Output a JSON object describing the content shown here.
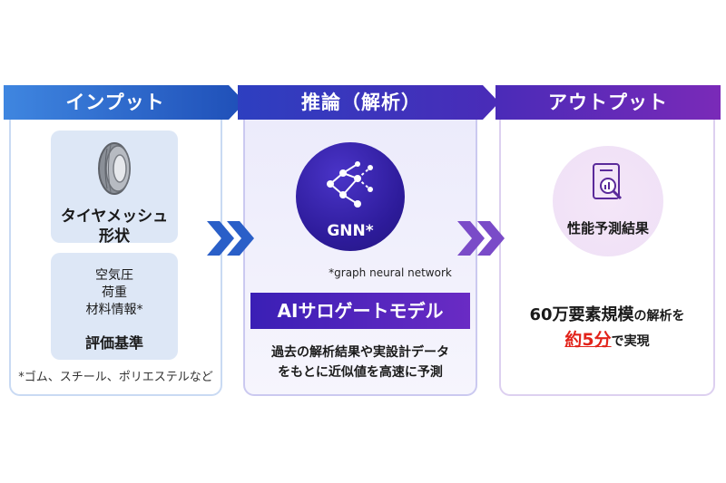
{
  "columns": {
    "input": {
      "header": "インプット",
      "item1_line1": "タイヤメッシュ",
      "item1_line2": "形状",
      "item2_lines": [
        "空気圧",
        "荷重",
        "材料情報*"
      ],
      "item2_bold": "評価基準",
      "footnote": "*ゴム、スチール、ポリエステルなど"
    },
    "inference": {
      "header": "推論（解析）",
      "gnn_label": "GNN*",
      "gnn_footnote": "*graph neural network",
      "model_title": "AIサロゲートモデル",
      "desc_line1": "過去の解析結果や実設計データ",
      "desc_line2": "をもとに近似値を高速に予測"
    },
    "output": {
      "header": "アウトプット",
      "result_label": "性能予測結果",
      "stat_part1": "60万要素規模",
      "stat_part2": "の解析を",
      "stat_highlight": "約5分",
      "stat_part3": "で実現"
    }
  },
  "colors": {
    "header_blue": "#2a5fc8",
    "header_indigo": "#3a2bb5",
    "header_purple": "#6a2ab8",
    "highlight_red": "#e2231a"
  },
  "icons": [
    "tire-icon",
    "network-graph-icon",
    "report-magnifier-icon",
    "chevron-right-icon"
  ]
}
